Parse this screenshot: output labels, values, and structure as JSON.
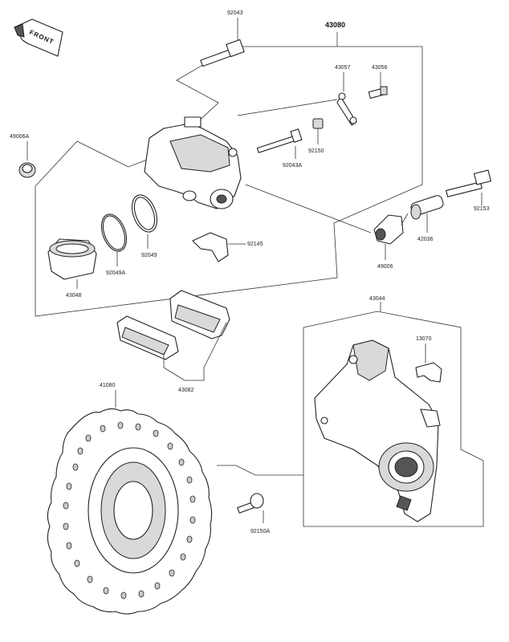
{
  "front_badge": {
    "text": "FRONT"
  },
  "parts": {
    "p43080": "43080",
    "p92043": "92043",
    "p43057": "43057",
    "p43056": "43056",
    "p49006A": "49006A",
    "p92150": "92150",
    "p92043A": "92043A",
    "p92153": "92153",
    "p42036": "42036",
    "p49006": "49006",
    "p92145": "92145",
    "p92049": "92049",
    "p92049A": "92049A",
    "p43048": "43048",
    "p43044": "43044",
    "p13070": "13070",
    "p43082": "43082",
    "p41080": "41080",
    "p92150A": "92150A"
  }
}
